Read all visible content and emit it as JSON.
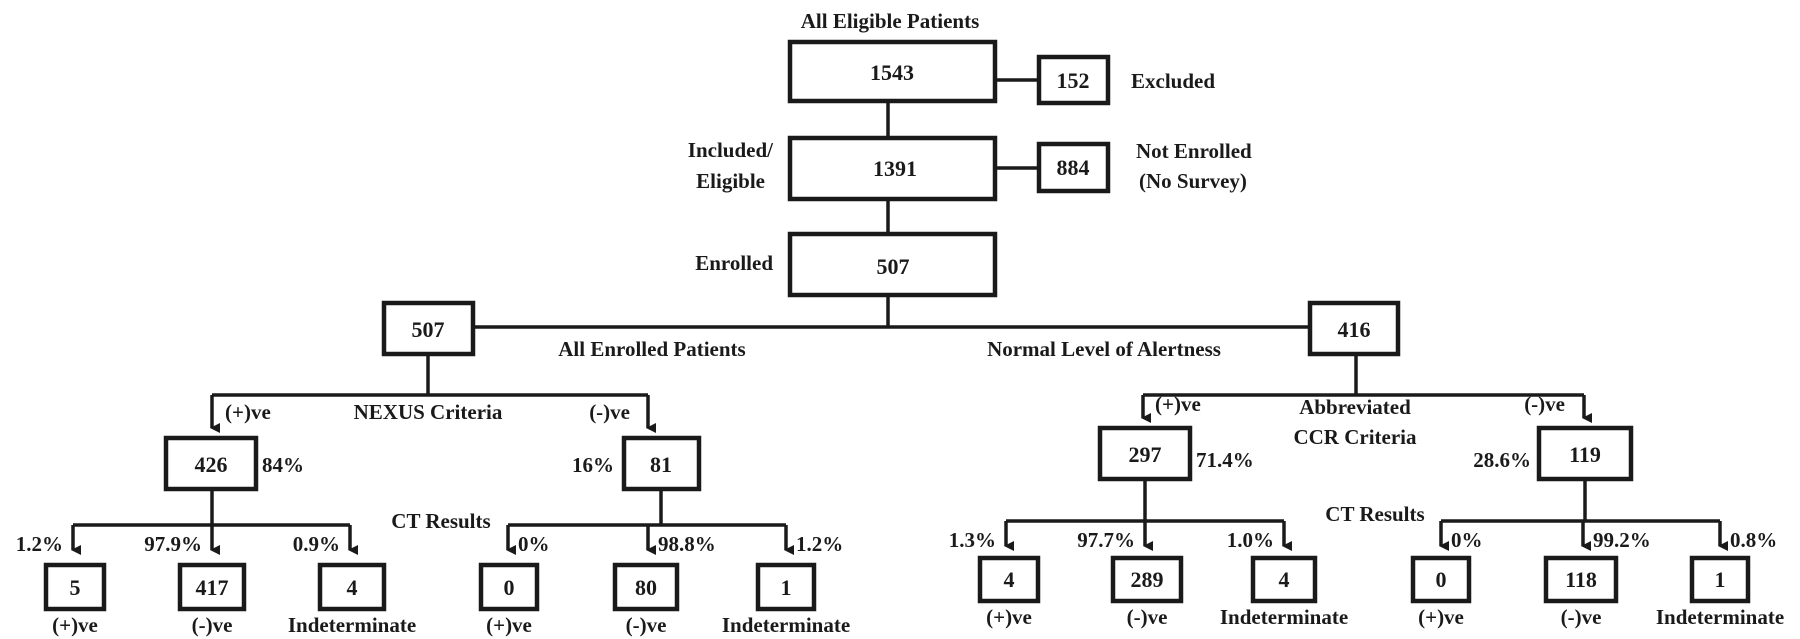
{
  "title": "All Eligible Patients",
  "top": {
    "all_eligible": "1543",
    "excluded_count": "152",
    "excluded_label": "Excluded",
    "included_label_1": "Included/",
    "included_label_2": "Eligible",
    "included": "1391",
    "not_enrolled_count": "884",
    "not_enrolled_label_1": "Not Enrolled",
    "not_enrolled_label_2": "(No Survey)",
    "enrolled_label": "Enrolled",
    "enrolled": "507"
  },
  "left": {
    "total": "507",
    "group_label": "All Enrolled Patients",
    "criteria_label": "NEXUS Criteria",
    "pos_label": "(+)ve",
    "neg_label": "(-)ve",
    "pos_count": "426",
    "pos_pct": "84%",
    "neg_count": "81",
    "neg_pct": "16%",
    "ct_label": "CT Results",
    "pos_branch": {
      "pct": [
        "1.2%",
        "97.9%",
        "0.9%"
      ],
      "counts": [
        "5",
        "417",
        "4"
      ],
      "labels": [
        "(+)ve",
        "(-)ve",
        "Indeterminate"
      ]
    },
    "neg_branch": {
      "pct": [
        "0%",
        "98.8%",
        "1.2%"
      ],
      "counts": [
        "0",
        "80",
        "1"
      ],
      "labels": [
        "(+)ve",
        "(-)ve",
        "Indeterminate"
      ]
    }
  },
  "right": {
    "total": "416",
    "group_label": "Normal Level of Alertness",
    "criteria_label_1": "Abbreviated",
    "criteria_label_2": "CCR Criteria",
    "pos_label": "(+)ve",
    "neg_label": "(-)ve",
    "pos_count": "297",
    "pos_pct": "71.4%",
    "neg_count": "119",
    "neg_pct": "28.6%",
    "ct_label": "CT Results",
    "pos_branch": {
      "pct": [
        "1.3%",
        "97.7%",
        "1.0%"
      ],
      "counts": [
        "4",
        "289",
        "4"
      ],
      "labels": [
        "(+)ve",
        "(-)ve",
        "Indeterminate"
      ]
    },
    "neg_branch": {
      "pct": [
        "0%",
        "99.2%",
        "0.8%"
      ],
      "counts": [
        "0",
        "118",
        "1"
      ],
      "labels": [
        "(+)ve",
        "(-)ve",
        "Indeterminate"
      ]
    }
  }
}
